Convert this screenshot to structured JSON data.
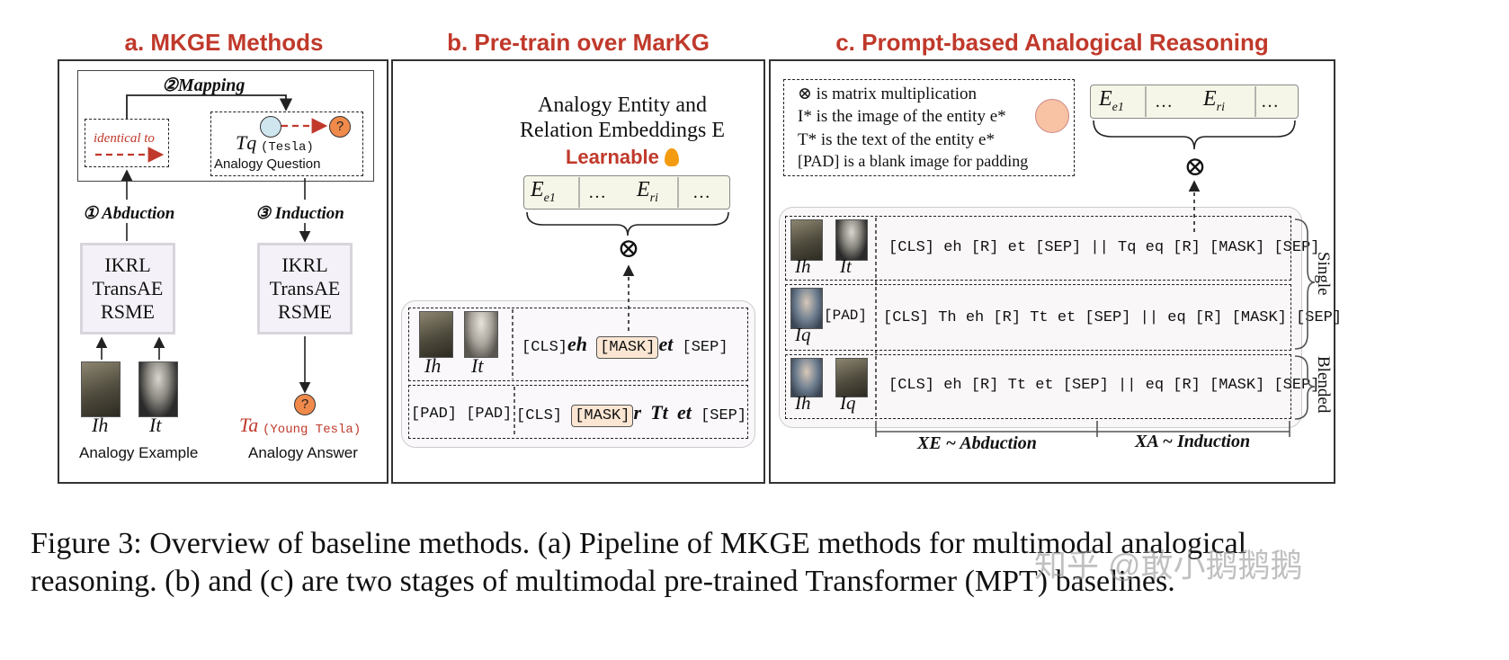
{
  "titles": {
    "a": "a. MKGE Methods",
    "b": "b. Pre-train over MarKG",
    "c": "c. Prompt-based Analogical Reasoning"
  },
  "panel_a": {
    "mapping": "②Mapping",
    "identical_to": "identical to",
    "tq_sym": "Tq",
    "tq_entity": "(Tesla)",
    "analogy_question": "Analogy Question",
    "abduction": "① Abduction",
    "induction": "③ Induction",
    "models": [
      "IKRL",
      "TransAE",
      "RSME"
    ],
    "ih": "Ih",
    "it": "It",
    "analogy_example": "Analogy Example",
    "ta_sym": "Ta",
    "ta_entity": "(Young Tesla)",
    "analogy_answer": "Analogy Answer",
    "q_mark": "?"
  },
  "panel_b": {
    "emb_line1": "Analogy Entity and",
    "emb_line2": "Relation Embeddings E",
    "learnable": "Learnable",
    "emb_e1": "Ee1",
    "emb_ri": "Eri",
    "ellipsis": "…",
    "otimes": "⊗",
    "ih": "Ih",
    "it": "It",
    "pad": "[PAD]",
    "row1": {
      "cls": "[CLS]",
      "eh": "eh",
      "mask": "[MASK]",
      "et": "et",
      "sep": "[SEP]"
    },
    "row2": {
      "cls": "[CLS]",
      "mask": "[MASK]",
      "r": "r",
      "tt": "Tt",
      "et": "et",
      "sep": "[SEP]"
    }
  },
  "panel_c": {
    "legend": [
      "⊗ is matrix multiplication",
      "I* is the image of the entity e*",
      "T* is the text of the entity e*",
      "[PAD] is a blank image for padding"
    ],
    "emb_e1": "Ee1",
    "emb_ri": "Eri",
    "ellipsis": "…",
    "rows": [
      {
        "img1": "Ih",
        "img2": "It",
        "seq": "[CLS] eh [R] et [SEP] || Tq eq [R] [MASK] [SEP]"
      },
      {
        "img1": "Iq",
        "img2": "[PAD]",
        "seq": "[CLS] Th eh [R] Tt et [SEP] || eq [R] [MASK] [SEP]"
      },
      {
        "img1": "Ih",
        "img2": "Iq",
        "seq": "[CLS] eh [R] Tt et [SEP] || eq [R] [MASK] [SEP]"
      }
    ],
    "single": "Single",
    "blended": "Blended",
    "x_abduction": "XE ~ Abduction",
    "x_induction": "XA ~ Induction"
  },
  "caption": {
    "line1": "Figure 3:  Overview of baseline methods. (a) Pipeline of MKGE methods for multimodal analogical",
    "line2": "reasoning. (b) and (c) are two stages of multimodal pre-trained Transformer (MPT) baselines."
  },
  "watermark": "知乎 @敢小鹅鹅鹅",
  "colors": {
    "title_red": "#c0392b",
    "mask_fill": "#fbe6d3",
    "emb_fill": "#f6f6e8",
    "question_fill": "#f08a4b",
    "entity_circle": "#cfe6ef"
  }
}
